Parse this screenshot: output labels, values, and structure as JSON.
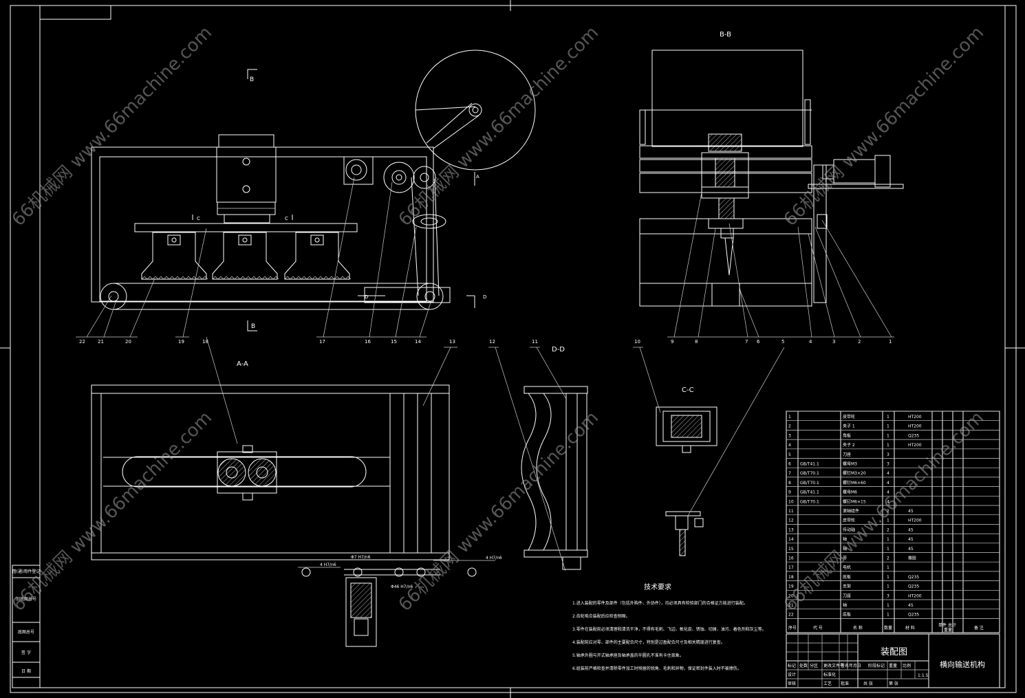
{
  "views": {
    "bb": "B-B",
    "aa": "A-A",
    "dd": "D-D",
    "cc": "C-C"
  },
  "section_marks": {
    "b_top": "B",
    "b_bottom": "B",
    "c_left": "C",
    "c_right": "C",
    "a": "A",
    "d_left": "D",
    "d_right": "D"
  },
  "balloons": [
    "22",
    "21",
    "20",
    "19",
    "18",
    "17",
    "16",
    "15",
    "14",
    "13",
    "12",
    "11",
    "10",
    "9",
    "8",
    "7",
    "6",
    "5",
    "4",
    "3",
    "2",
    "1"
  ],
  "fits": {
    "left": "4 H7/n6",
    "center_top": "Φ7 H7/n6",
    "center_left": "Φ46 H7/n6",
    "right": "4 H7/n6"
  },
  "tech_req": {
    "title": "技术要求",
    "lines": [
      "1.进入装配的零件及部件（包括外购件、外协件），均必须具有检验部门的合格证方能进行装配。",
      "2.齿轮啮合装配后应检查侧隙。",
      "3.零件在装配前必须清理和清洗干净，不得有毛刺、飞边、氧化皮、锈蚀、切屑、油污、着色剂和灰尘等。",
      "4.装配前应对零、部件的主要配合尺寸，特别是过盈配合尺寸及相关精度进行复查。",
      "5.轴承外圈与开式轴承座及轴承盖的半圆孔不准有卡住现象。",
      "6.组装前严格检查并清除零件加工时残留的锐角、毛刺和异物，保证密封件装入时不被擦伤。"
    ]
  },
  "bom": {
    "rows": [
      {
        "no": "1",
        "std": "",
        "name": "皮带轮",
        "qty": "1",
        "mat": "HT200"
      },
      {
        "no": "2",
        "std": "",
        "name": "夹子 1",
        "qty": "1",
        "mat": "HT200"
      },
      {
        "no": "3",
        "std": "",
        "name": "角板",
        "qty": "1",
        "mat": "Q235"
      },
      {
        "no": "4",
        "std": "",
        "name": "夹子 2",
        "qty": "1",
        "mat": "HT200"
      },
      {
        "no": "5",
        "std": "",
        "name": "刀座",
        "qty": "3",
        "mat": ""
      },
      {
        "no": "6",
        "std": "GB/T41.1",
        "name": "螺母M3",
        "qty": "3",
        "mat": ""
      },
      {
        "no": "7",
        "std": "GB/T70.1",
        "name": "螺钉M3×20",
        "qty": "4",
        "mat": ""
      },
      {
        "no": "8",
        "std": "GB/T70.1",
        "name": "螺钉M6×60",
        "qty": "4",
        "mat": ""
      },
      {
        "no": "9",
        "std": "GB/T41.1",
        "name": "螺母M6",
        "qty": "4",
        "mat": ""
      },
      {
        "no": "10",
        "std": "GB/T70.1",
        "name": "螺钉M6×15",
        "qty": "4",
        "mat": ""
      },
      {
        "no": "11",
        "std": "",
        "name": "滚轴组件",
        "qty": "2",
        "mat": "45"
      },
      {
        "no": "12",
        "std": "",
        "name": "皮带轮",
        "qty": "1",
        "mat": "HT200"
      },
      {
        "no": "13",
        "std": "",
        "name": "传动轴",
        "qty": "2",
        "mat": "45"
      },
      {
        "no": "14",
        "std": "",
        "name": "轴",
        "qty": "1",
        "mat": "45"
      },
      {
        "no": "15",
        "std": "",
        "name": "轴",
        "qty": "1",
        "mat": "45"
      },
      {
        "no": "16",
        "std": "",
        "name": "带",
        "qty": "2",
        "mat": "橡胶"
      },
      {
        "no": "17",
        "std": "",
        "name": "电机",
        "qty": "1",
        "mat": ""
      },
      {
        "no": "18",
        "std": "",
        "name": "底板",
        "qty": "1",
        "mat": "Q235"
      },
      {
        "no": "19",
        "std": "",
        "name": "支架",
        "qty": "1",
        "mat": "Q235"
      },
      {
        "no": "20",
        "std": "",
        "name": "刀座",
        "qty": "3",
        "mat": "HT200"
      },
      {
        "no": "21",
        "std": "",
        "name": "轴",
        "qty": "1",
        "mat": "45"
      },
      {
        "no": "22",
        "std": "",
        "name": "底板",
        "qty": "1",
        "mat": "Q235"
      }
    ],
    "header": {
      "no": "序号",
      "code": "代 号",
      "name": "名 称",
      "qty": "数量",
      "mat": "材 料",
      "unit_w": "单件",
      "total_w": "总计",
      "weight": "重量",
      "note": "备 注"
    }
  },
  "title_block": {
    "drawing_type": "装配图",
    "drawing_name": "横向输送机构",
    "scale": "1:1.5",
    "cells": [
      "标记",
      "处数",
      "分区",
      "更改文件号",
      "签名",
      "年月日",
      "设计",
      "标准化",
      "阶段标记",
      "重量",
      "比例",
      "审核",
      "工艺",
      "批准",
      "共 张",
      "第 张"
    ]
  },
  "side_strip": [
    "借(通)用件登记",
    "旧底图总号",
    "底图总号",
    "签 字",
    "日 期"
  ],
  "watermarks": [
    "66机械网 www.66machine.com",
    "66机械网 www.66machine.com",
    "66机械网 www.66machine.com",
    "66机械网 www.66machine.com",
    "66机械网 www.66machine.com",
    "66机械网 www.66machine.com"
  ]
}
